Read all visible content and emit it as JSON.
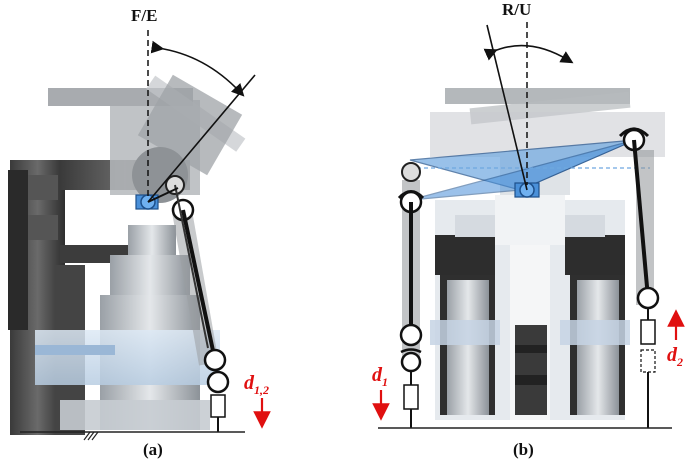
{
  "panels": {
    "a": {
      "title": "F/E",
      "caption": "(a)",
      "disp_label_main": "d",
      "disp_label_sub": "1,2"
    },
    "b": {
      "title": "R/U",
      "caption": "(b)",
      "disp_label_left_main": "d",
      "disp_label_left_sub": "1",
      "disp_label_right_main": "d",
      "disp_label_right_sub": "2"
    }
  },
  "colors": {
    "annotation_red": "#e01010",
    "joint_blue": "#4a90d9",
    "platform_blue": "#6fa8e0",
    "metal_dark": "#4a4a4a",
    "metal_light": "#c8ccd0"
  }
}
